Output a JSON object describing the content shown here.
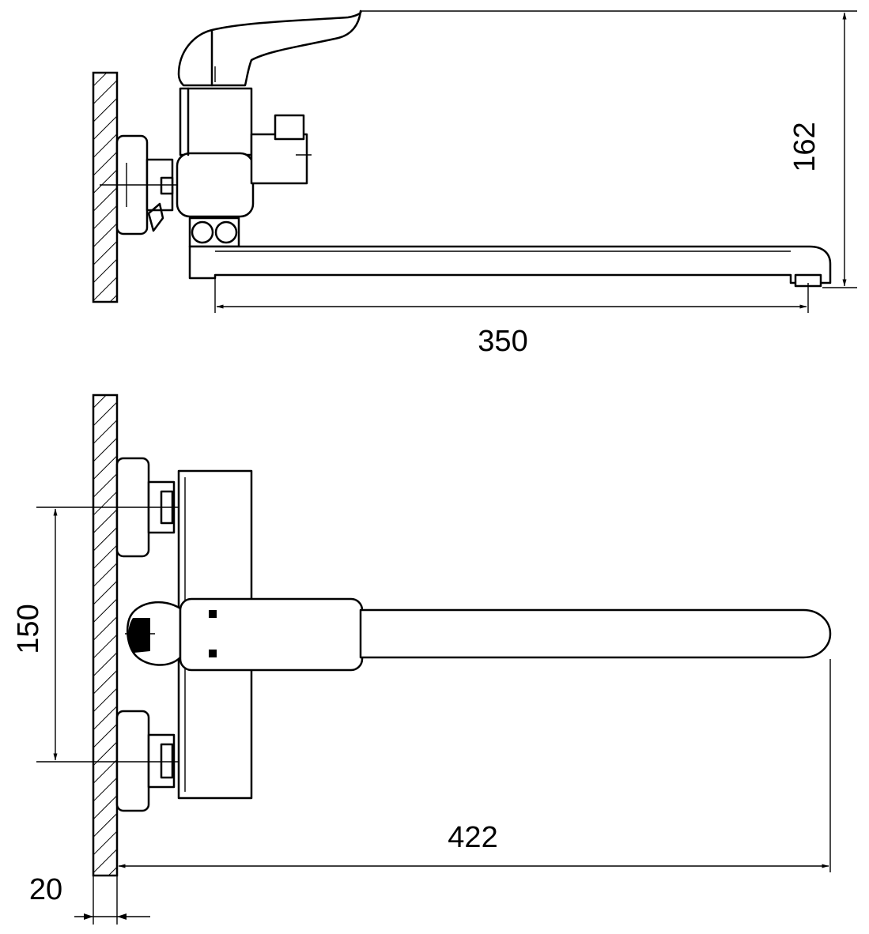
{
  "dimensions": {
    "height_total": "162",
    "spout_reach_top": "350",
    "inlet_spacing": "150",
    "spout_reach_bottom": "422",
    "wall_thickness": "20"
  }
}
